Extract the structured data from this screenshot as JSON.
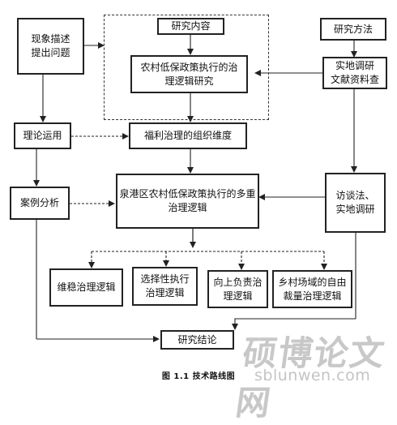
{
  "boxes": {
    "phenomenon": "现象描述\n提出问题",
    "content": "研究内容",
    "method": "研究方法",
    "logic": "农村低保政策执行的治\n理逻辑研究",
    "survey": "实地调研\n文献资料查",
    "theory": "理论运用",
    "welfare": "福利治理的组织维度",
    "case": "案例分析",
    "multi": "泉港区农村低保政策执行的多重\n治理逻辑",
    "interview": "访谈法、\n实地调研",
    "stability": "维稳治理逻辑",
    "selective": "选择性执行\n治理逻辑",
    "upward": "向上负责治\n理逻辑",
    "field": "乡村场域的自由\n裁量治理逻辑",
    "conclusion": "研究结论"
  },
  "caption": "图 1.1 技术路线图",
  "watermark": {
    "chinese": "硕博论文网",
    "url": "sblunwen.com"
  }
}
